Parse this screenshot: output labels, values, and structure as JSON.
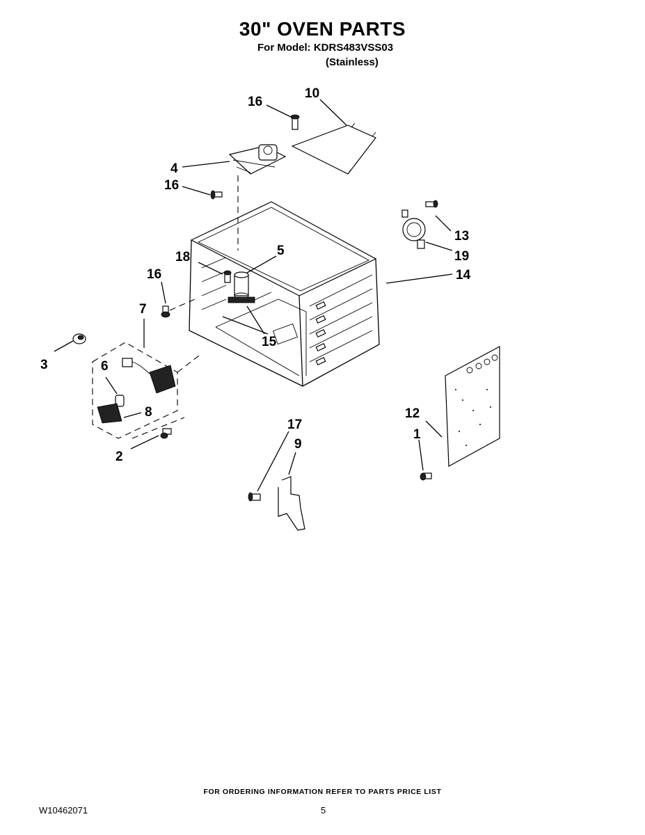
{
  "header": {
    "title": "30\" OVEN PARTS",
    "model": "For Model: KDRS483VSS03",
    "finish": "(Stainless)"
  },
  "callouts": {
    "c1": "1",
    "c2": "2",
    "c3": "3",
    "c4": "4",
    "c5": "5",
    "c6": "6",
    "c7": "7",
    "c8": "8",
    "c9": "9",
    "c10": "10",
    "c12": "12",
    "c13": "13",
    "c14": "14",
    "c15": "15",
    "c16a": "16",
    "c16b": "16",
    "c16c": "16",
    "c17": "17",
    "c18": "18",
    "c19": "19"
  },
  "footer": {
    "ordering_note": "FOR ORDERING INFORMATION REFER TO PARTS PRICE LIST",
    "doc_number": "W10462071",
    "page": "5"
  }
}
